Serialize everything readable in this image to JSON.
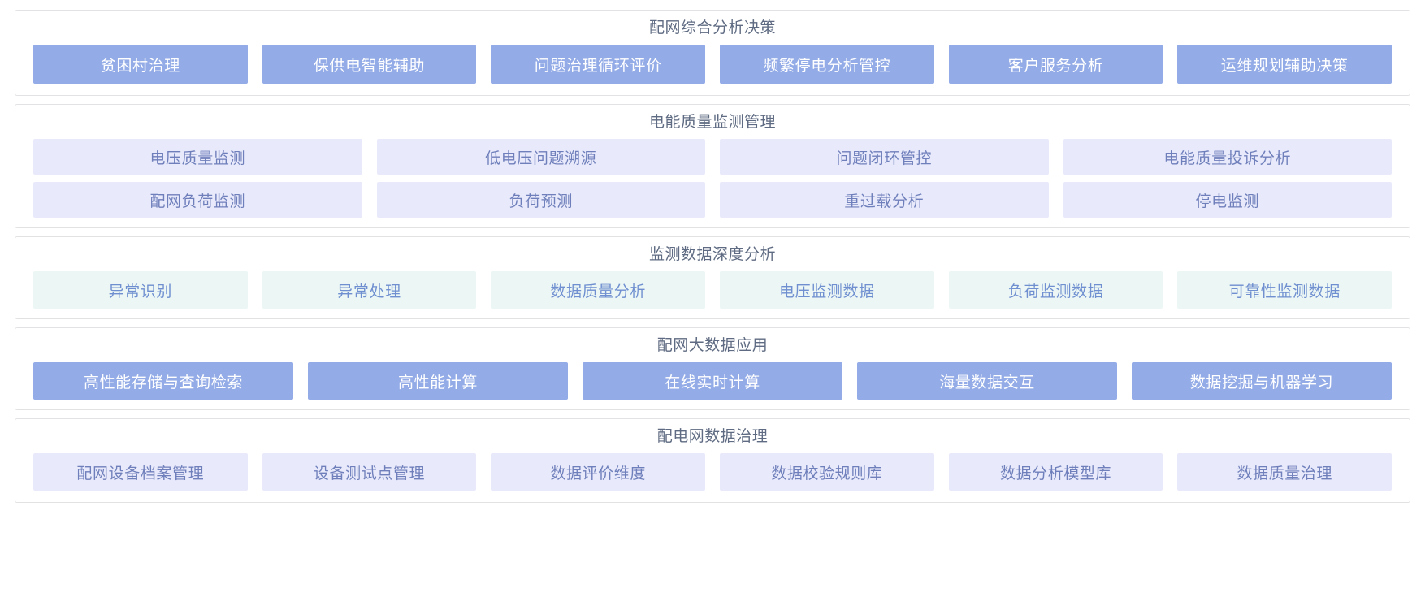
{
  "page": {
    "background": "#ffffff",
    "accent_solid": "#93abe6",
    "accent_lavender": "#e8eafb",
    "accent_mint": "#ecf7f5",
    "title_color": "#5f6b82"
  },
  "sections": [
    {
      "title": "配网综合分析决策",
      "style": "solid",
      "rows": [
        [
          {
            "label": "贫困村治理"
          },
          {
            "label": "保供电智能辅助"
          },
          {
            "label": "问题治理循环评价"
          },
          {
            "label": "频繁停电分析管控"
          },
          {
            "label": "客户服务分析"
          },
          {
            "label": "运维规划辅助决策"
          }
        ]
      ]
    },
    {
      "title": "电能质量监测管理",
      "style": "lavender",
      "rows": [
        [
          {
            "label": "电压质量监测"
          },
          {
            "label": "低电压问题溯源"
          },
          {
            "label": "问题闭环管控"
          },
          {
            "label": "电能质量投诉分析"
          }
        ],
        [
          {
            "label": "配网负荷监测"
          },
          {
            "label": "负荷预测"
          },
          {
            "label": "重过载分析"
          },
          {
            "label": "停电监测"
          }
        ]
      ]
    },
    {
      "title": "监测数据深度分析",
      "style": "mint",
      "rows": [
        [
          {
            "label": "异常识别"
          },
          {
            "label": "异常处理"
          },
          {
            "label": "数据质量分析"
          },
          {
            "label": "电压监测数据"
          },
          {
            "label": "负荷监测数据"
          },
          {
            "label": "可靠性监测数据"
          }
        ]
      ]
    },
    {
      "title": "配网大数据应用",
      "style": "solid",
      "rows": [
        [
          {
            "label": "高性能存储与查询检索"
          },
          {
            "label": "高性能计算"
          },
          {
            "label": "在线实时计算"
          },
          {
            "label": "海量数据交互"
          },
          {
            "label": "数据挖掘与机器学习"
          }
        ]
      ]
    },
    {
      "title": "配电网数据治理",
      "style": "lavender",
      "rows": [
        [
          {
            "label": "配网设备档案管理"
          },
          {
            "label": "设备测试点管理"
          },
          {
            "label": "数据评价维度"
          },
          {
            "label": "数据校验规则库"
          },
          {
            "label": "数据分析模型库"
          },
          {
            "label": "数据质量治理"
          }
        ]
      ]
    }
  ]
}
